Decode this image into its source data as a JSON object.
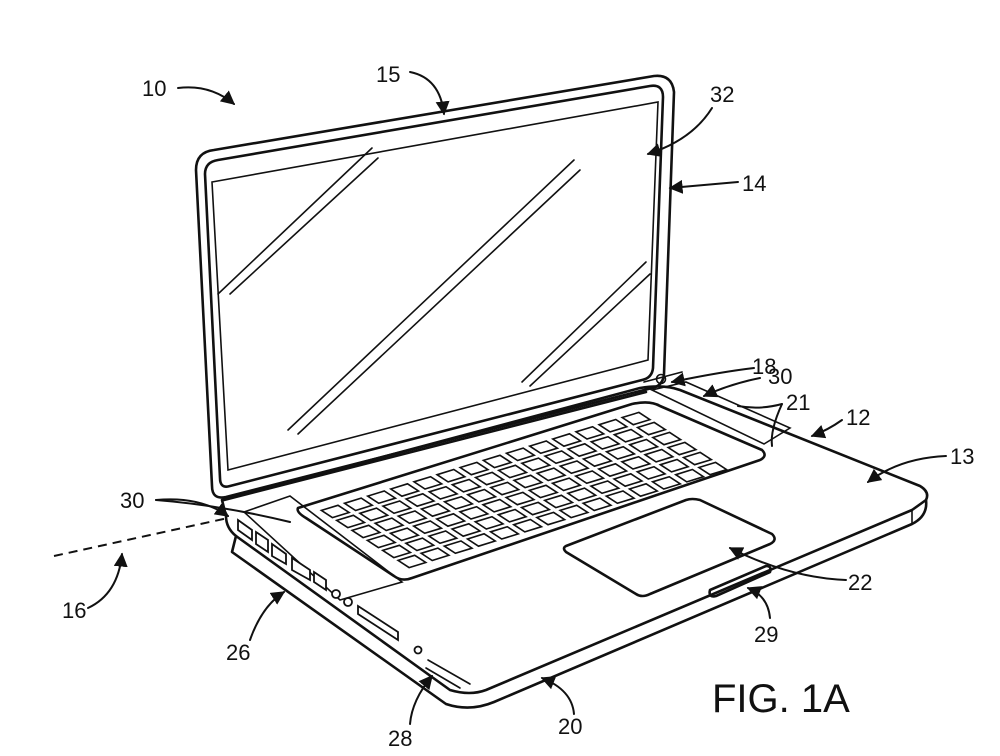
{
  "figure": {
    "caption": "FIG. 1A",
    "labels": {
      "l10": "10",
      "l12": "12",
      "l13": "13",
      "l14": "14",
      "l15": "15",
      "l16": "16",
      "l18": "18",
      "l20": "20",
      "l21": "21",
      "l22": "22",
      "l26": "26",
      "l28": "28",
      "l29": "29",
      "l30a": "30",
      "l30b": "30",
      "l32": "32"
    }
  }
}
